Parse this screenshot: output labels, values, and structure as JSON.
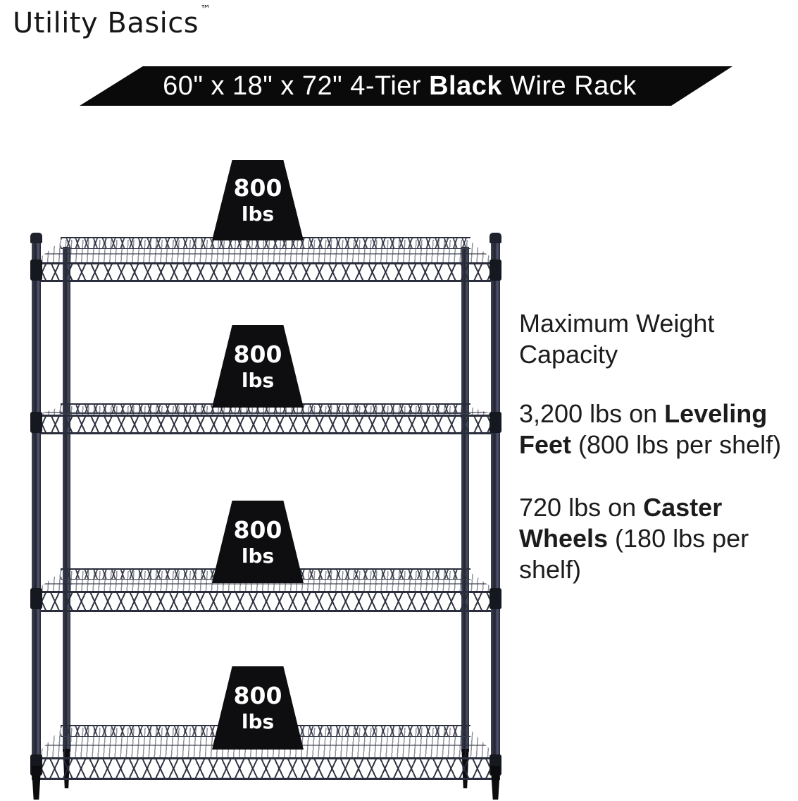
{
  "brand": {
    "name": "Utility Basics",
    "trademark": "™"
  },
  "banner": {
    "prefix": "60\" x 18\" x 72\" 4-Tier ",
    "bold": "Black",
    "suffix": " Wire Rack"
  },
  "rack": {
    "tiers": 4,
    "finish": "Black",
    "shelf_badges": [
      {
        "capacity": "800",
        "unit": "lbs"
      },
      {
        "capacity": "800",
        "unit": "lbs"
      },
      {
        "capacity": "800",
        "unit": "lbs"
      },
      {
        "capacity": "800",
        "unit": "lbs"
      }
    ]
  },
  "specs": {
    "heading": "Maximum Weight Capacity",
    "leveling": {
      "prefix": "3,200 lbs on ",
      "bold": "Leveling Feet",
      "suffix": " (800 lbs per shelf)"
    },
    "caster": {
      "prefix": "720 lbs on ",
      "bold": "Caster Wheels",
      "suffix": " (180 lbs per shelf)"
    }
  },
  "colors": {
    "background": "#ffffff",
    "banner_bg": "#0a0a0a",
    "badge_bg": "#0e0e10",
    "text": "#1c1c1c",
    "rack_wire": "#2a2e3c"
  }
}
